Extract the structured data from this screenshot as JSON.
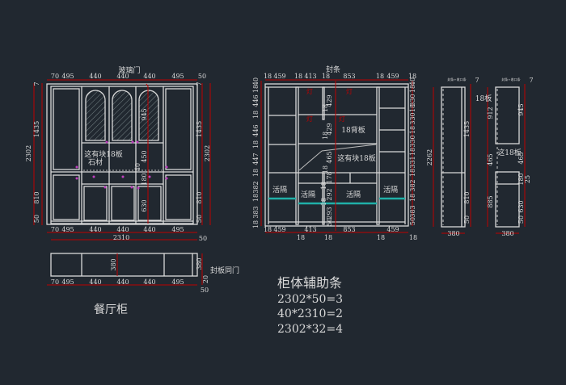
{
  "colors": {
    "background": "#212830",
    "lines": "#d9d9d9",
    "dimension": "#c00000",
    "shelf": "#20b0a8",
    "marker": "#c040c0"
  },
  "drawing_title": "餐厅柜",
  "front": {
    "glass_door_label": "玻璃门",
    "top_dims": [
      "70",
      "495",
      "440",
      "440",
      "440",
      "495",
      "50"
    ],
    "bottom_dims": [
      "70",
      "495",
      "440",
      "440",
      "440",
      "495"
    ],
    "total_width": "2310",
    "total_gap": "50",
    "left_dims": [
      "7",
      "1435",
      "810",
      "50"
    ],
    "left_total": "2302",
    "right_dims": [
      "7",
      "1435",
      "810",
      "50"
    ],
    "right_total": "2302",
    "inner_dims": [
      "945",
      "450",
      "40",
      "180",
      "630"
    ],
    "notes": [
      "这有块18板",
      "石材"
    ]
  },
  "back": {
    "strip_label": "封条",
    "top_dims": [
      "18",
      "459",
      "18",
      "413",
      "18",
      "853",
      "18",
      "459",
      "18"
    ],
    "bottom_dims": [
      "18",
      "459",
      "413",
      "853",
      "459"
    ],
    "bottom_dims2": [
      "18",
      "18",
      "18",
      "18"
    ],
    "left_dims": [
      "40",
      "18",
      "446",
      "18",
      "446",
      "18",
      "447",
      "18",
      "382",
      "18",
      "383",
      "18"
    ],
    "right_dims": [
      "40",
      "18",
      "330",
      "18",
      "330",
      "18",
      "330",
      "18",
      "331",
      "18",
      "382",
      "18",
      "383",
      "50"
    ],
    "mid_dims": [
      "18",
      "429",
      "18",
      "429",
      "465",
      "18",
      "178",
      "18",
      "292",
      "18",
      "293",
      "50"
    ],
    "notes": [
      "18背板",
      "这有块18板"
    ],
    "movable_shelf_labels": [
      "活隔",
      "活隔",
      "活隔",
      "活隔"
    ],
    "light_labels": [
      "灯",
      "灯",
      "灯",
      "灯"
    ]
  },
  "side": {
    "left": {
      "top_label": "封条+收口条",
      "top_dim": "7",
      "height": "2262",
      "dims": [
        "1435",
        "810",
        "50"
      ],
      "depth": "380"
    },
    "right": {
      "top_label": "封条+收口条",
      "top_dim": "7",
      "left_dims": [
        "912",
        "465",
        "885"
      ],
      "right_dims": [
        "945",
        "465",
        "180",
        "25",
        "630",
        "50"
      ],
      "depth": "380",
      "notes": [
        "18板",
        "这18板"
      ]
    }
  },
  "plan": {
    "depth_inner": "380",
    "depth_side": "380",
    "gap": "20",
    "door_note": "封板同门",
    "dims": [
      "70",
      "495",
      "440",
      "440",
      "440",
      "495"
    ],
    "gap_right": "50"
  },
  "summary": {
    "title": "柜体辅助条",
    "lines": [
      "2302*50=3",
      "40*2310=2",
      "2302*32=4"
    ]
  }
}
